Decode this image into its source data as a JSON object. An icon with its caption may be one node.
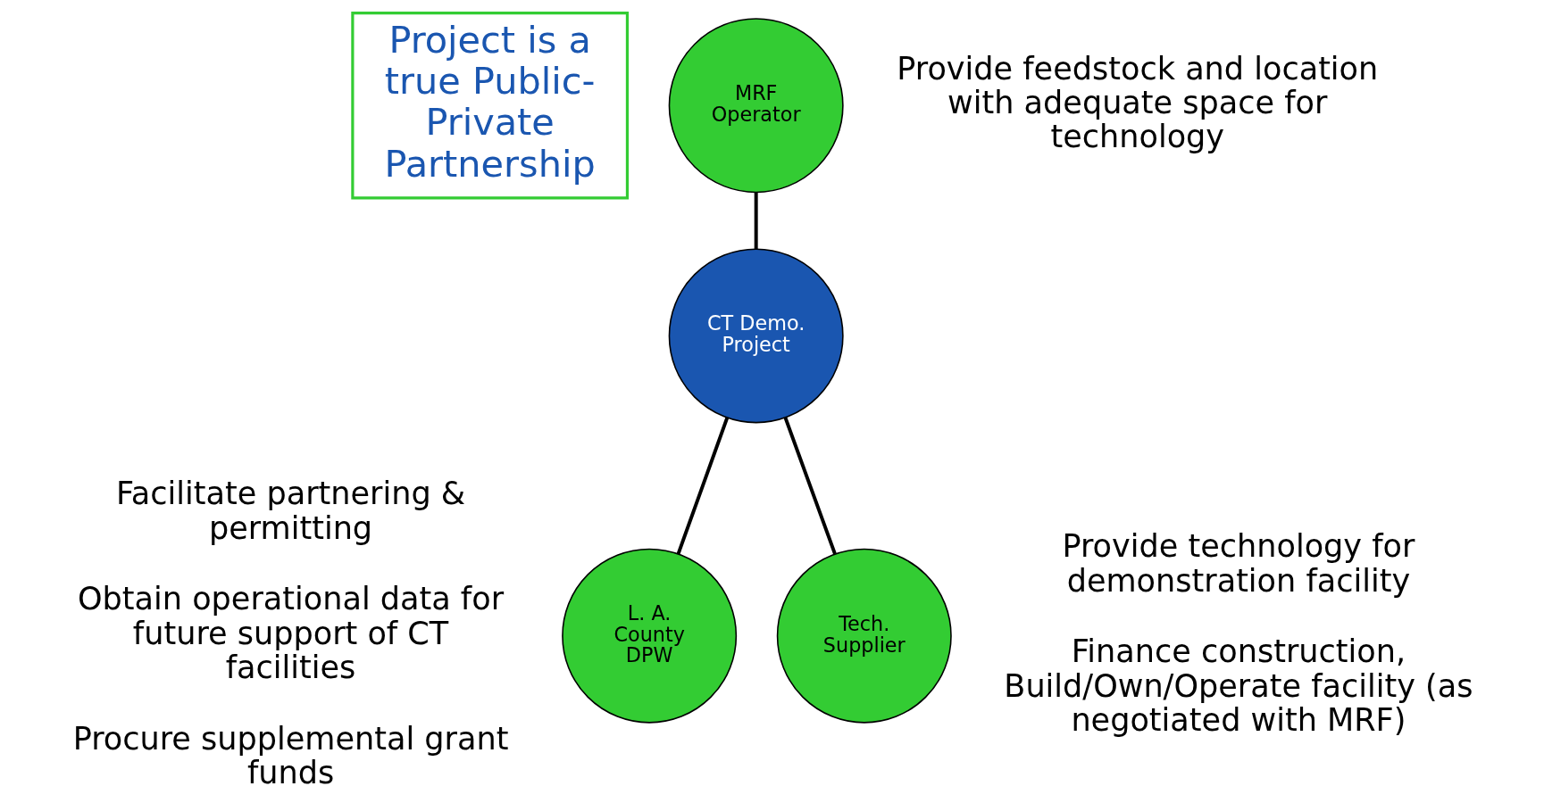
{
  "diagram": {
    "nodes": [
      {
        "text": [
          "Project is a true Public-Private Partnership"
        ]
      },
      {
        "text": [
          "MRF Operator"
        ],
        "beside": [
          "Provide feedstock and location with adequate space for technology"
        ]
      },
      {
        "text": [
          "CT Demo. Project"
        ]
      },
      {
        "text": [
          "L. A. County DPW"
        ],
        "beside": [
          "Facilitate partnering & permitting",
          "Obtain operational data for future support of CT facilities",
          "Procure supplemental grant funds"
        ]
      },
      {
        "text": [
          "Tech. Supplier"
        ],
        "beside": [
          "Provide technology for demonstration facility",
          "Finance construction, Build/Own/Operate facility (as negotiated with MRF)"
        ]
      }
    ],
    "edges": [
      {
        "from": 2,
        "to": 1,
        "arrow": "none"
      },
      {
        "from": 2,
        "to": 3,
        "arrow": "none"
      },
      {
        "from": 2,
        "to": 4,
        "arrow": "none"
      }
    ]
  }
}
